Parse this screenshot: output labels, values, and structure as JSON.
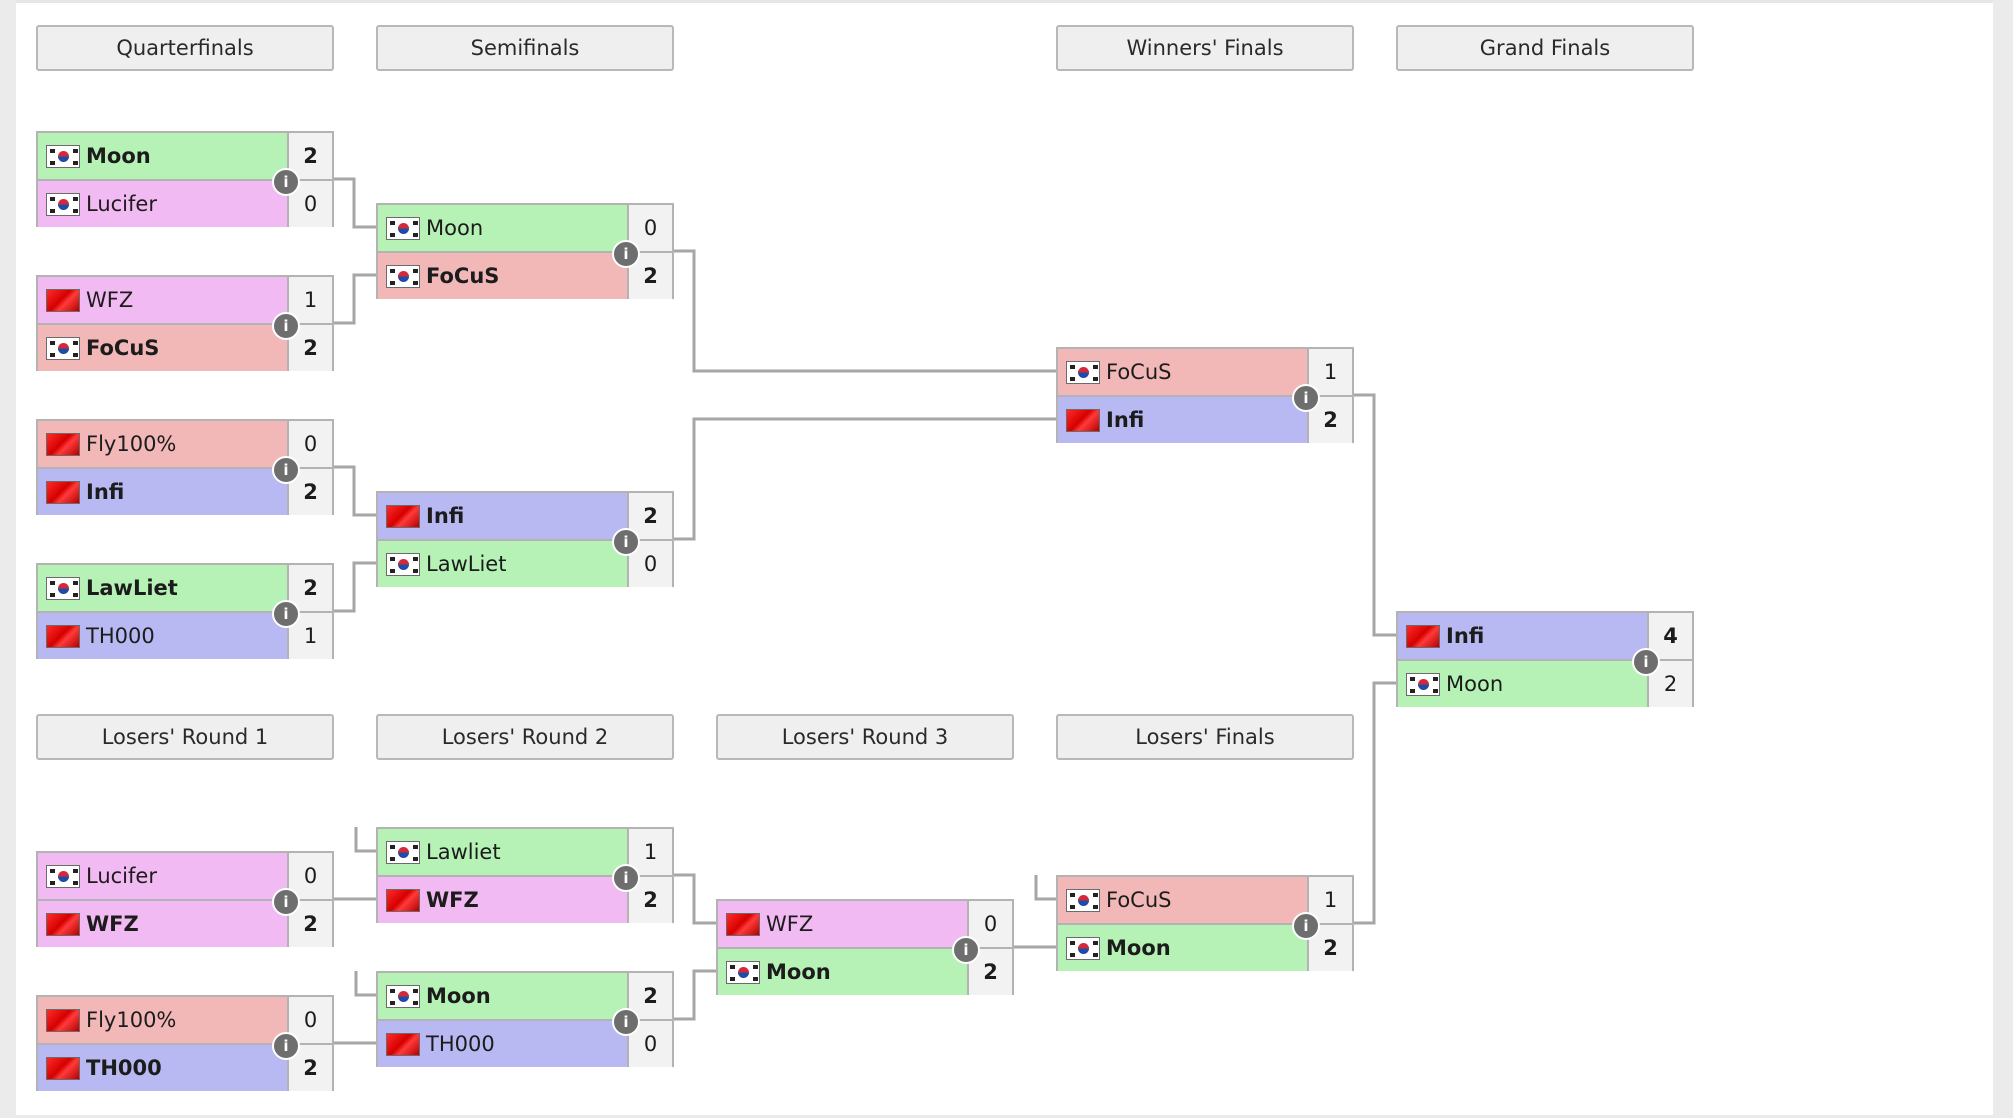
{
  "colors": {
    "Moon": "#b6f1b6",
    "Lucifer": "#f2baf2",
    "WFZ": "#f2baf2",
    "FoCuS": "#f2b8b8",
    "Fly100%": "#f2b8b8",
    "Infi": "#b8b8f2",
    "LawLiet": "#b6f1b6",
    "Lawliet": "#b6f1b6",
    "TH000": "#b8b8f2",
    "line": "#a6a6a6"
  },
  "rounds": [
    {
      "id": "qf",
      "label": "Quarterfinals"
    },
    {
      "id": "sf",
      "label": "Semifinals"
    },
    {
      "id": "wf",
      "label": "Winners' Finals"
    },
    {
      "id": "gf",
      "label": "Grand Finals"
    },
    {
      "id": "lr1",
      "label": "Losers' Round 1"
    },
    {
      "id": "lr2",
      "label": "Losers' Round 2"
    },
    {
      "id": "lr3",
      "label": "Losers' Round 3"
    },
    {
      "id": "lf",
      "label": "Losers' Finals"
    }
  ],
  "matches": [
    {
      "id": "qf1",
      "round": "qf",
      "players": [
        {
          "name": "Moon",
          "flag": "kr",
          "score": "2",
          "win": true
        },
        {
          "name": "Lucifer",
          "flag": "kr",
          "score": "0",
          "win": false
        }
      ]
    },
    {
      "id": "qf2",
      "round": "qf",
      "players": [
        {
          "name": "WFZ",
          "flag": "cn",
          "score": "1",
          "win": false
        },
        {
          "name": "FoCuS",
          "flag": "kr",
          "score": "2",
          "win": true
        }
      ]
    },
    {
      "id": "qf3",
      "round": "qf",
      "players": [
        {
          "name": "Fly100%",
          "flag": "cn",
          "score": "0",
          "win": false
        },
        {
          "name": "Infi",
          "flag": "cn",
          "score": "2",
          "win": true
        }
      ]
    },
    {
      "id": "qf4",
      "round": "qf",
      "players": [
        {
          "name": "LawLiet",
          "flag": "kr",
          "score": "2",
          "win": true
        },
        {
          "name": "TH000",
          "flag": "cn",
          "score": "1",
          "win": false
        }
      ]
    },
    {
      "id": "sf1",
      "round": "sf",
      "players": [
        {
          "name": "Moon",
          "flag": "kr",
          "score": "0",
          "win": false
        },
        {
          "name": "FoCuS",
          "flag": "kr",
          "score": "2",
          "win": true
        }
      ]
    },
    {
      "id": "sf2",
      "round": "sf",
      "players": [
        {
          "name": "Infi",
          "flag": "cn",
          "score": "2",
          "win": true
        },
        {
          "name": "LawLiet",
          "flag": "kr",
          "score": "0",
          "win": false
        }
      ]
    },
    {
      "id": "wf1",
      "round": "wf",
      "players": [
        {
          "name": "FoCuS",
          "flag": "kr",
          "score": "1",
          "win": false
        },
        {
          "name": "Infi",
          "flag": "cn",
          "score": "2",
          "win": true
        }
      ]
    },
    {
      "id": "gf1",
      "round": "gf",
      "players": [
        {
          "name": "Infi",
          "flag": "cn",
          "score": "4",
          "win": true
        },
        {
          "name": "Moon",
          "flag": "kr",
          "score": "2",
          "win": false
        }
      ]
    },
    {
      "id": "lr1a",
      "round": "lr1",
      "players": [
        {
          "name": "Lucifer",
          "flag": "kr",
          "score": "0",
          "win": false
        },
        {
          "name": "WFZ",
          "flag": "cn",
          "score": "2",
          "win": true
        }
      ]
    },
    {
      "id": "lr1b",
      "round": "lr1",
      "players": [
        {
          "name": "Fly100%",
          "flag": "cn",
          "score": "0",
          "win": false
        },
        {
          "name": "TH000",
          "flag": "cn",
          "score": "2",
          "win": true
        }
      ]
    },
    {
      "id": "lr2a",
      "round": "lr2",
      "players": [
        {
          "name": "Lawliet",
          "flag": "kr",
          "score": "1",
          "win": false
        },
        {
          "name": "WFZ",
          "flag": "cn",
          "score": "2",
          "win": true
        }
      ]
    },
    {
      "id": "lr2b",
      "round": "lr2",
      "players": [
        {
          "name": "Moon",
          "flag": "kr",
          "score": "2",
          "win": true
        },
        {
          "name": "TH000",
          "flag": "cn",
          "score": "0",
          "win": false
        }
      ]
    },
    {
      "id": "lr3a",
      "round": "lr3",
      "players": [
        {
          "name": "WFZ",
          "flag": "cn",
          "score": "0",
          "win": false
        },
        {
          "name": "Moon",
          "flag": "kr",
          "score": "2",
          "win": true
        }
      ]
    },
    {
      "id": "lf1",
      "round": "lf",
      "players": [
        {
          "name": "FoCuS",
          "flag": "kr",
          "score": "1",
          "win": false
        },
        {
          "name": "Moon",
          "flag": "kr",
          "score": "2",
          "win": true
        }
      ]
    }
  ],
  "info_glyph": "i"
}
